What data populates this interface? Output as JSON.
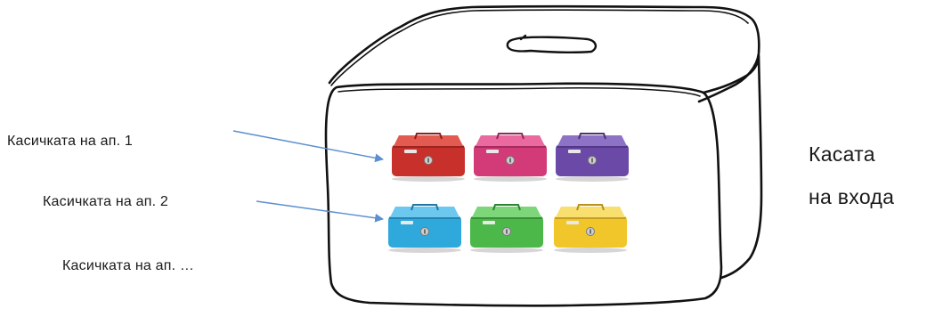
{
  "labels": {
    "box1": "Касичката на ап. 1",
    "box2": "Касичката на ап. 2",
    "box_more": "Касичката на ап. …"
  },
  "safe_label": {
    "line1": "Касата",
    "line2": "на входа"
  },
  "boxes": [
    {
      "row": 1,
      "color": "#c8302c",
      "light": "#e25a50",
      "dark": "#8e1f1c"
    },
    {
      "row": 1,
      "color": "#d23a78",
      "light": "#ea6aa0",
      "dark": "#962656"
    },
    {
      "row": 1,
      "color": "#6a4aa6",
      "light": "#8e72c6",
      "dark": "#4a3278"
    },
    {
      "row": 2,
      "color": "#2fa8dc",
      "light": "#6cc8ee",
      "dark": "#1f78a4"
    },
    {
      "row": 2,
      "color": "#4cb84a",
      "light": "#7ed67a",
      "dark": "#2e8430"
    },
    {
      "row": 2,
      "color": "#f0c62a",
      "light": "#f8df70",
      "dark": "#b8921a"
    }
  ],
  "colors": {
    "arrow": "#5b8fd0",
    "sketch": "#111111"
  }
}
